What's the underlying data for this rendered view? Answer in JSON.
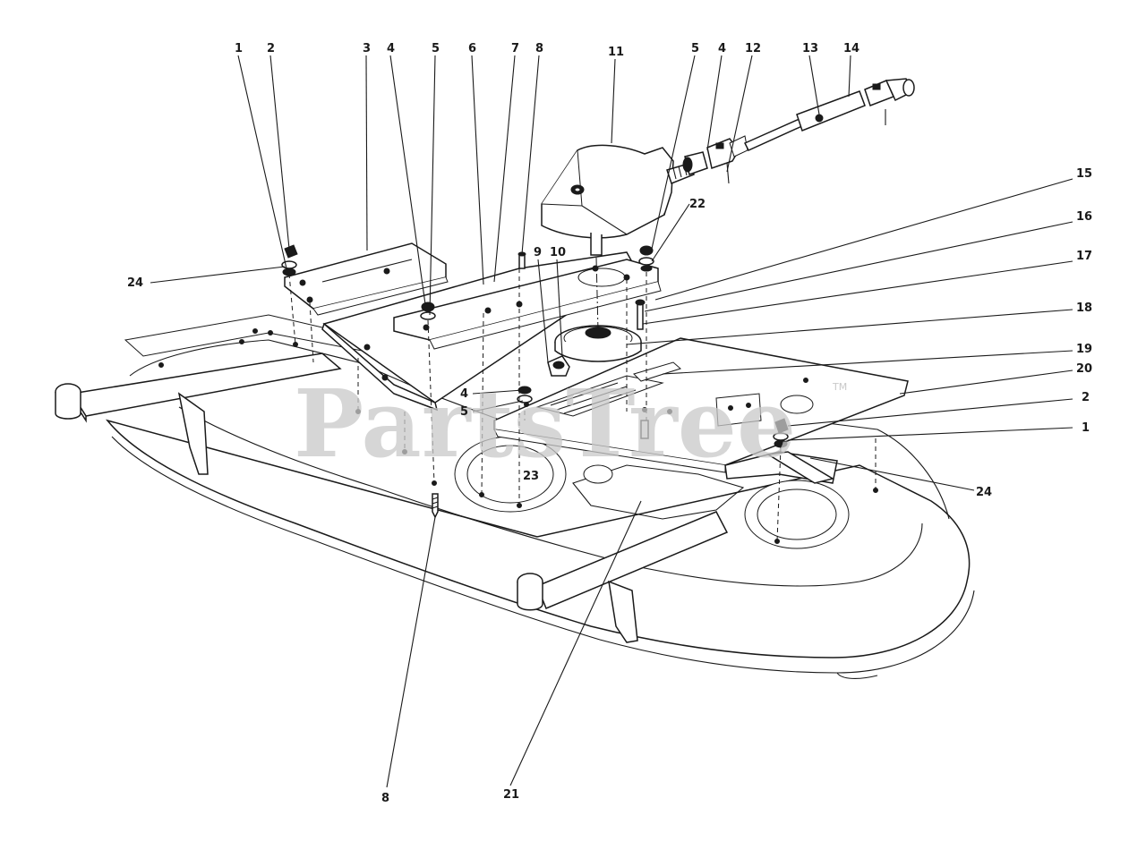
{
  "watermark": {
    "text": "PartsTree",
    "trademark": "TM"
  },
  "callouts": [
    {
      "id": "c1",
      "label": "1"
    },
    {
      "id": "c2",
      "label": "2"
    },
    {
      "id": "c3",
      "label": "3"
    },
    {
      "id": "c4a",
      "label": "4"
    },
    {
      "id": "c5a",
      "label": "5"
    },
    {
      "id": "c6",
      "label": "6"
    },
    {
      "id": "c7",
      "label": "7"
    },
    {
      "id": "c8a",
      "label": "8"
    },
    {
      "id": "c11",
      "label": "11"
    },
    {
      "id": "c5b",
      "label": "5"
    },
    {
      "id": "c4b",
      "label": "4"
    },
    {
      "id": "c12",
      "label": "12"
    },
    {
      "id": "c13",
      "label": "13"
    },
    {
      "id": "c14",
      "label": "14"
    },
    {
      "id": "c15",
      "label": "15"
    },
    {
      "id": "c22",
      "label": "22"
    },
    {
      "id": "c16",
      "label": "16"
    },
    {
      "id": "c17",
      "label": "17"
    },
    {
      "id": "c24a",
      "label": "24"
    },
    {
      "id": "c9",
      "label": "9"
    },
    {
      "id": "c10",
      "label": "10"
    },
    {
      "id": "c18",
      "label": "18"
    },
    {
      "id": "c19",
      "label": "19"
    },
    {
      "id": "c20",
      "label": "20"
    },
    {
      "id": "c4c",
      "label": "4"
    },
    {
      "id": "c5c",
      "label": "5"
    },
    {
      "id": "c2b",
      "label": "2"
    },
    {
      "id": "c1b",
      "label": "1"
    },
    {
      "id": "c24b",
      "label": "24"
    },
    {
      "id": "c23",
      "label": "23"
    },
    {
      "id": "c8b",
      "label": "8"
    },
    {
      "id": "c21",
      "label": "21"
    }
  ]
}
